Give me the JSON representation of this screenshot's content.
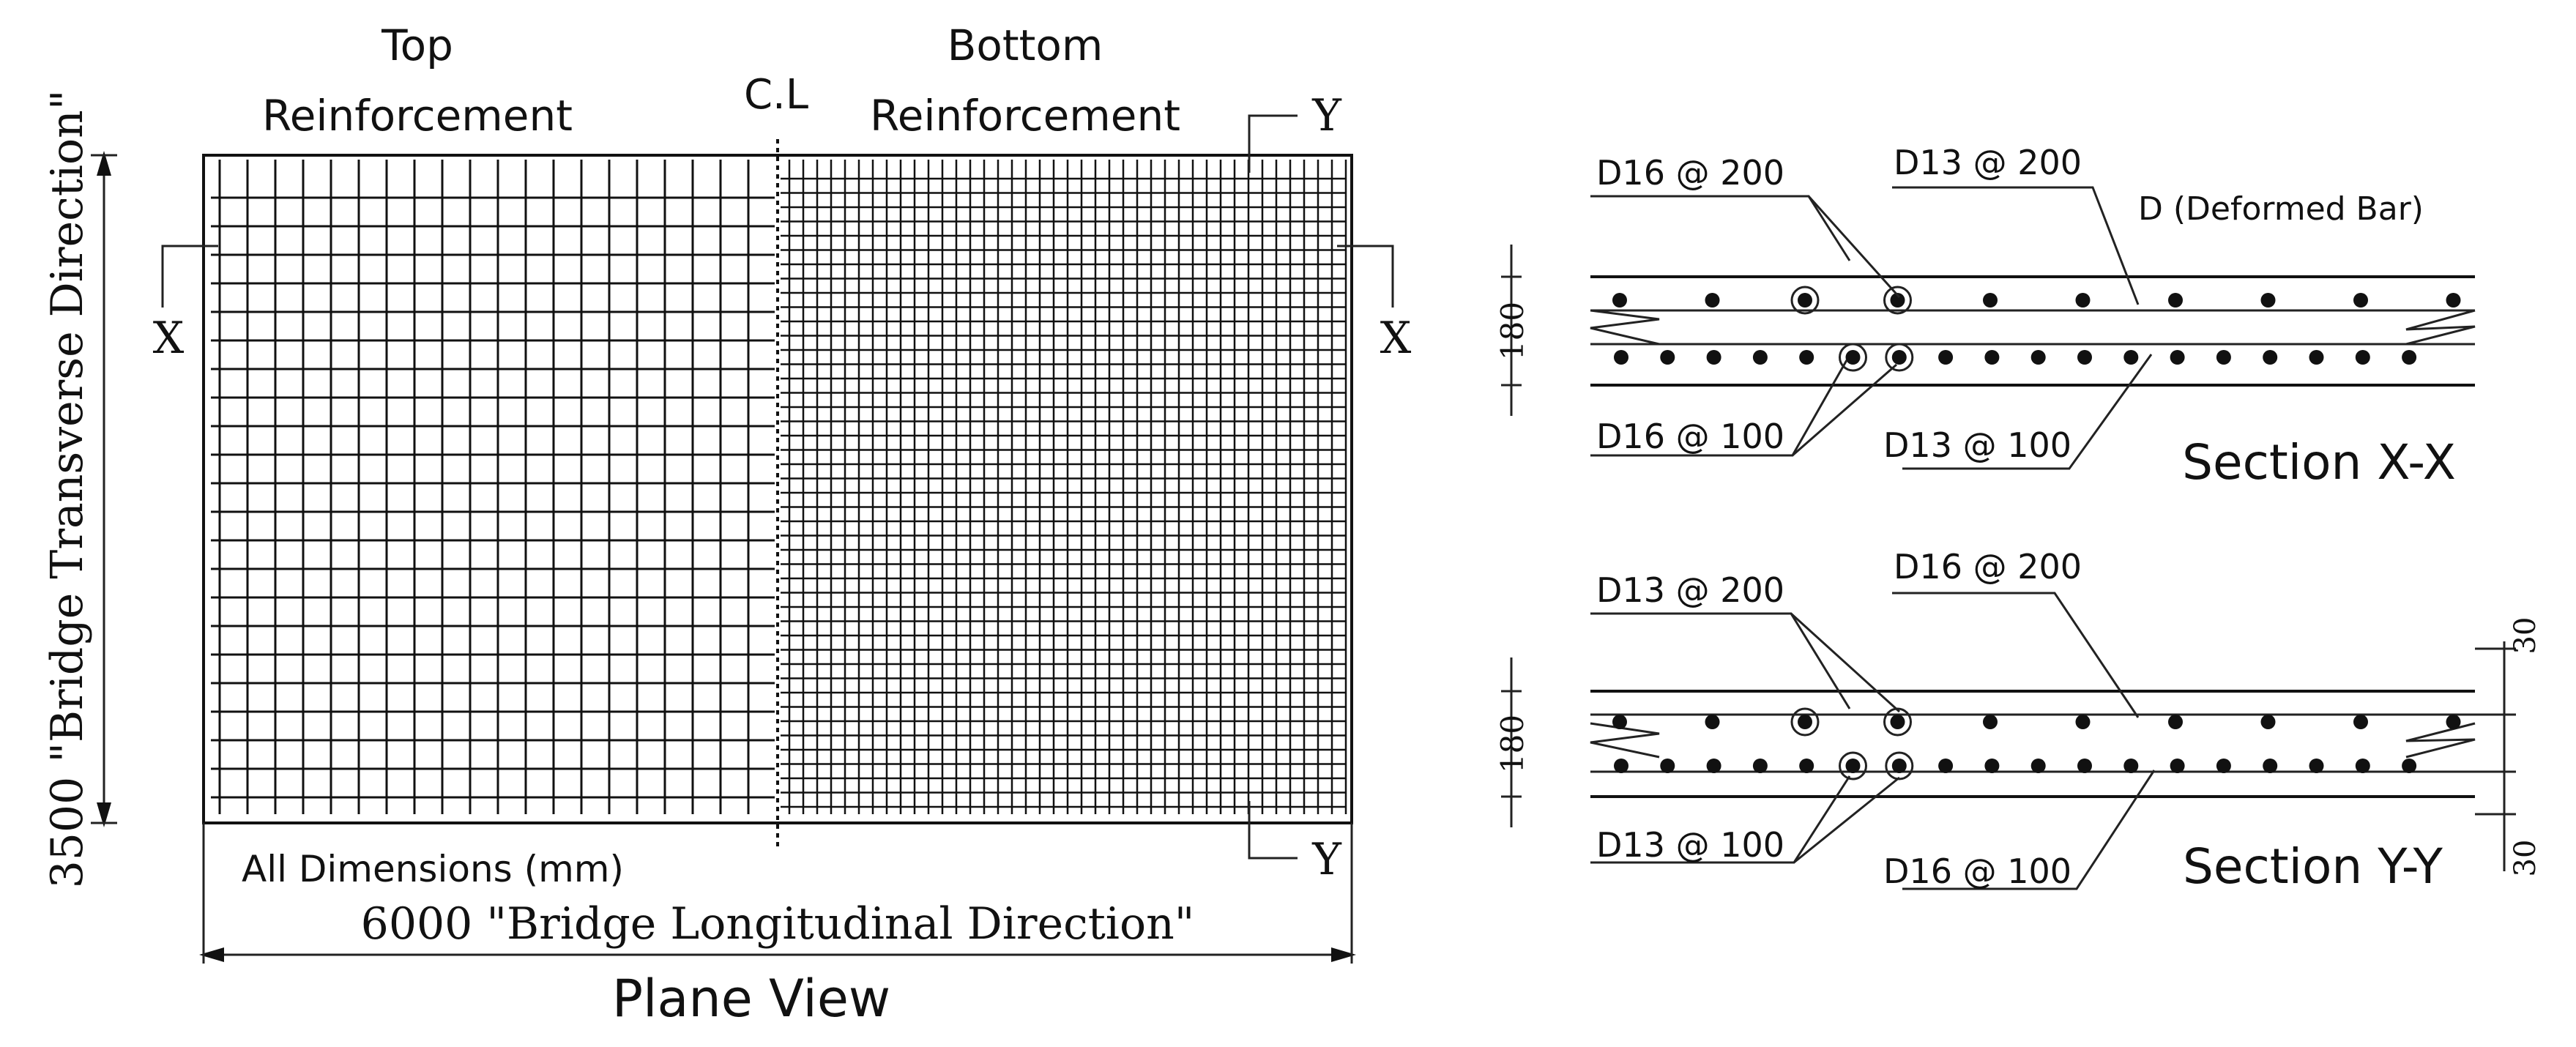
{
  "plan_view": {
    "top_reinforcement_label_line1": "Top",
    "top_reinforcement_label_line2": "Reinforcement",
    "bottom_reinforcement_label_line1": "Bottom",
    "bottom_reinforcement_label_line2": "Reinforcement",
    "centerline_label": "C.L",
    "section_x_mark": "X",
    "section_y_mark": "Y",
    "transverse_dimension": "3500 \"Bridge Transverse Direction\"",
    "longitudinal_dimension": "6000 \"Bridge Longitudinal Direction\"",
    "units_note": "All Dimensions (mm)",
    "view_title": "Plane View"
  },
  "section_xx": {
    "title": "Section X-X",
    "top_left_callout": "D16 @ 200",
    "top_right_callout": "D13 @ 200",
    "bottom_left_callout": "D16 @ 100",
    "bottom_right_callout": "D13 @ 100",
    "note": "D (Deformed Bar)",
    "thickness": "180"
  },
  "section_yy": {
    "title": "Section Y-Y",
    "top_left_callout": "D13 @ 200",
    "top_right_callout": "D16 @ 200",
    "bottom_left_callout": "D13 @ 100",
    "bottom_right_callout": "D16 @ 100",
    "thickness": "180",
    "top_cover": "30",
    "bottom_cover": "30"
  }
}
